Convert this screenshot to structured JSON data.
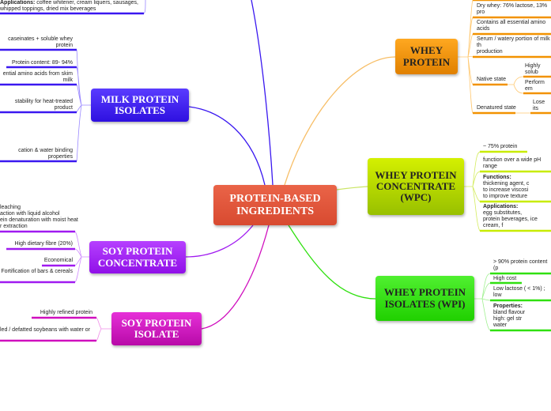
{
  "central": {
    "label": "PROTEIN-BASED INGREDIENTS",
    "color": "#e4553c"
  },
  "topics": {
    "milk": {
      "label": "MILK PROTEIN ISOLATES",
      "color": "#3a18f0",
      "leaves": [
        "caseinates + soluble whey protein",
        "Protein content: 89- 94%",
        "ential amino acids from skim milk",
        "stability for heat-treated product",
        "cation & water binding properties"
      ],
      "top_label": "Applications:",
      "top_text": "coffee whitener, cream liquers, sausages,",
      "top_text2": "whipped toppings, dried mix beverages"
    },
    "soyc": {
      "label": "SOY PROTEIN CONCENTRATE",
      "color": "#a01af0",
      "leaves": [
        "leaching",
        "action with liquid alcohol",
        "ein denaturation with moist heat",
        "r extraction",
        "High dietary fibre (20%)",
        "Economical",
        "Fortification of bars & cereals"
      ]
    },
    "soyi": {
      "label": "SOY PROTEIN ISOLATE",
      "color": "#d00ebe",
      "leaves": [
        "Highly refined protein",
        "led / defatted soybeans with water or"
      ]
    },
    "whey": {
      "label": "WHEY PROTEIN",
      "color": "#f29200",
      "leaves": [
        "Dry whey: 76% lactose, 13% pro",
        "Contains all essential amino acids",
        "Serum / watery portion of milk th",
        "production",
        "Native state",
        "Highly solub",
        "Perform em",
        "Denatured state",
        "Lose its"
      ]
    },
    "wpc": {
      "label": "WHEY PROTEIN CONCENTRATE (WPC)",
      "color": "#a8d400",
      "leaves": [
        "~ 75% protein",
        "function over a wide pH range"
      ],
      "functions_label": "Functions:",
      "functions": [
        "thickening agent, c",
        "to increase viscosi",
        "to improve texture"
      ],
      "applications_label": "Applications:",
      "applications": [
        "egg substitutes,",
        "protein beverages, ice cream, f"
      ]
    },
    "wpi": {
      "label": "WHEY PROTEIN ISOLATES (WPI)",
      "color": "#30e010",
      "leaves": [
        "> 90% protein content (p",
        "High cost",
        "Low lactose ( < 1%) ; low"
      ],
      "properties_label": "Properties:",
      "properties": [
        "bland flavour",
        "high: gel str",
        "water"
      ]
    }
  }
}
